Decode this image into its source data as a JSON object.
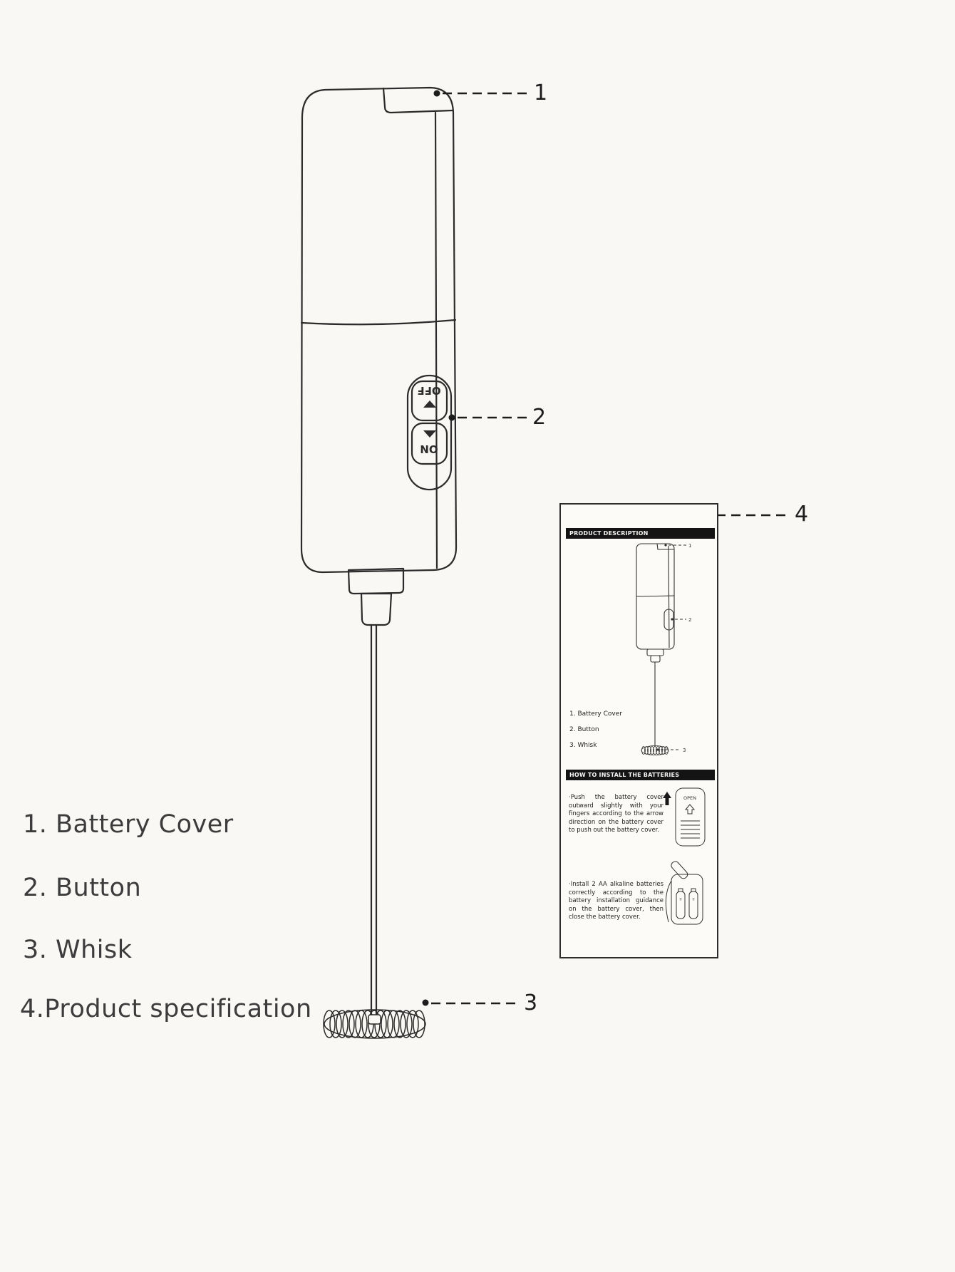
{
  "callouts": {
    "n1": "1",
    "n2": "2",
    "n3": "3",
    "n4": "4"
  },
  "device": {
    "button_off": "OFF",
    "button_on": "ON"
  },
  "legend": {
    "items": [
      "1. Battery Cover",
      "2. Button",
      "3. Whisk",
      "4.Product specification"
    ]
  },
  "manual": {
    "section1_title": "PRODUCT DESCRIPTION",
    "mini_callouts": [
      "1",
      "2",
      "3"
    ],
    "parts": [
      "1. Battery Cover",
      "2. Button",
      "3. Whisk"
    ],
    "section2_title": "HOW TO INSTALL THE BATTERIES",
    "step1": "·Push the battery cover outward slightly with your fingers according to the arrow direction on the battery cover to push out the battery cover.",
    "open_label": "OPEN",
    "battery_plus": "+",
    "step2": "·Install 2 AA alkaline batteries correctly according to the battery installation guidance on the battery cover, then close the battery cover."
  }
}
